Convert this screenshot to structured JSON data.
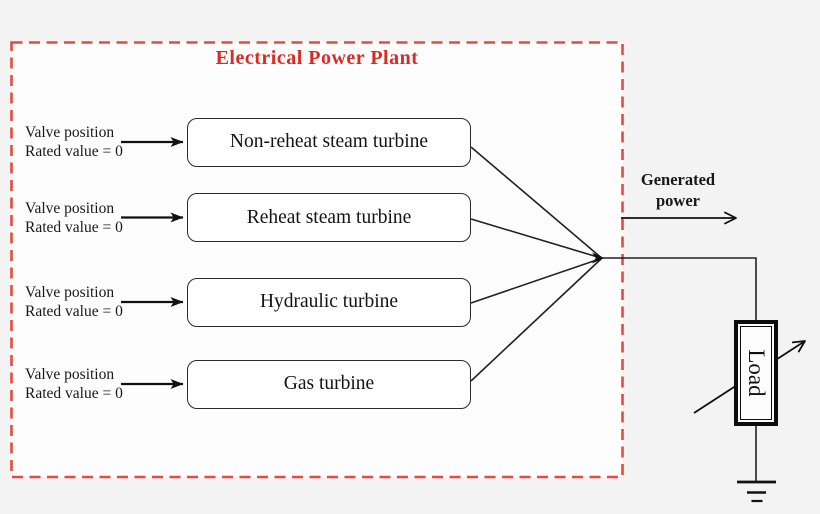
{
  "diagram": {
    "title": "Electrical Power Plant",
    "turbines": [
      {
        "label": "Non-reheat steam turbine",
        "input": {
          "line1": "Valve position",
          "line2": "Rated value = 0"
        }
      },
      {
        "label": "Reheat steam turbine",
        "input": {
          "line1": "Valve position",
          "line2": "Rated value = 0"
        }
      },
      {
        "label": "Hydraulic turbine",
        "input": {
          "line1": "Valve position",
          "line2": "Rated value = 0"
        }
      },
      {
        "label": "Gas turbine",
        "input": {
          "line1": "Valve position",
          "line2": "Rated value = 0"
        }
      }
    ],
    "output": {
      "line1": "Generated",
      "line2": "power"
    },
    "load": {
      "label": "Load"
    },
    "colors": {
      "boundary_red": "#e64a42",
      "title_red": "#d92b23",
      "wire_black": "#1c1c1c",
      "background_outer": "#f3f3f3",
      "background_inner": "#fdfdfd"
    }
  }
}
